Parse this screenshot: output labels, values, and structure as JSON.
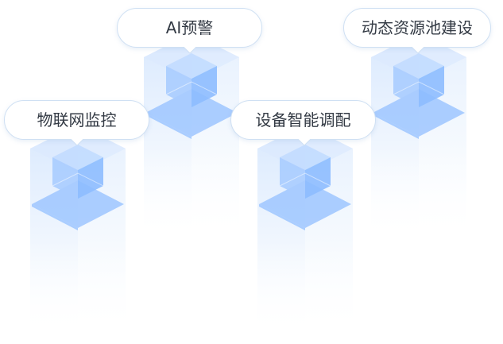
{
  "labels": {
    "iot": "物联网监控",
    "ai": "AI预警",
    "equipment": "设备智能调配",
    "resource": "动态资源池建设"
  },
  "colors": {
    "bubble_border": "#cfe0f3",
    "text": "#333a44",
    "cube_light": "#a9ccff",
    "cube_mid": "#8dbcff",
    "cube_dark": "#6fa9ff"
  }
}
